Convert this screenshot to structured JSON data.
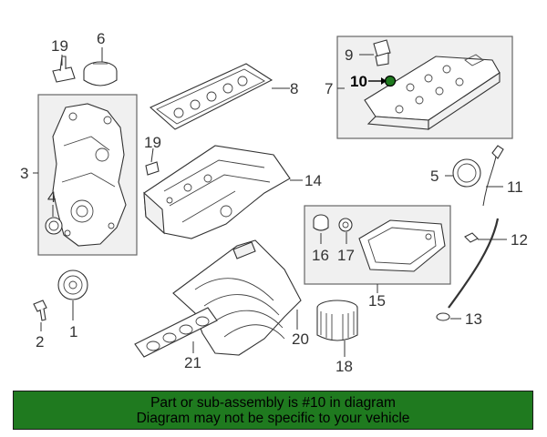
{
  "callouts": {
    "c1": "1",
    "c2": "2",
    "c3": "3",
    "c4": "4",
    "c5": "5",
    "c6": "6",
    "c7": "7",
    "c8": "8",
    "c9": "9",
    "c10": "10",
    "c11": "11",
    "c12": "12",
    "c13": "13",
    "c14": "14",
    "c15": "15",
    "c16": "16",
    "c17": "17",
    "c18": "18",
    "c19a": "19",
    "c19b": "19",
    "c20": "20",
    "c21": "21"
  },
  "highlight": {
    "part": "10",
    "color": "#1f7a1f"
  },
  "banner": {
    "line1": "Part or sub-assembly is #10 in diagram",
    "line2": "Diagram may not be specific to your vehicle",
    "color": "#1f7a1f"
  }
}
